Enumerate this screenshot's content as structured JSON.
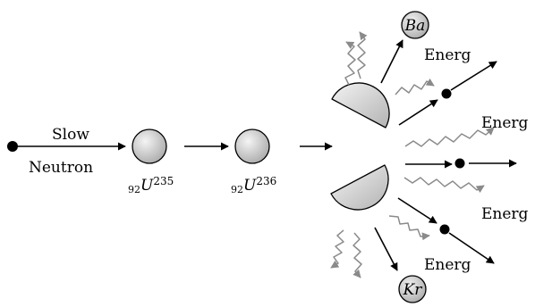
{
  "labels": {
    "slow": "Slow",
    "neutron": "Neutron",
    "u235": {
      "sub": "92",
      "sym": "U",
      "sup": "235"
    },
    "u236": {
      "sub": "92",
      "sym": "U",
      "sup": "236"
    },
    "ba": "Ba",
    "kr": "Kr",
    "energy": [
      "Energ",
      "Energ",
      "Energ",
      "Energ"
    ]
  },
  "colors": {
    "line": "#000000",
    "sphere_light": "#f2f2f2",
    "sphere_dark": "#a9a9a9",
    "wave": "#8a8a8a"
  }
}
